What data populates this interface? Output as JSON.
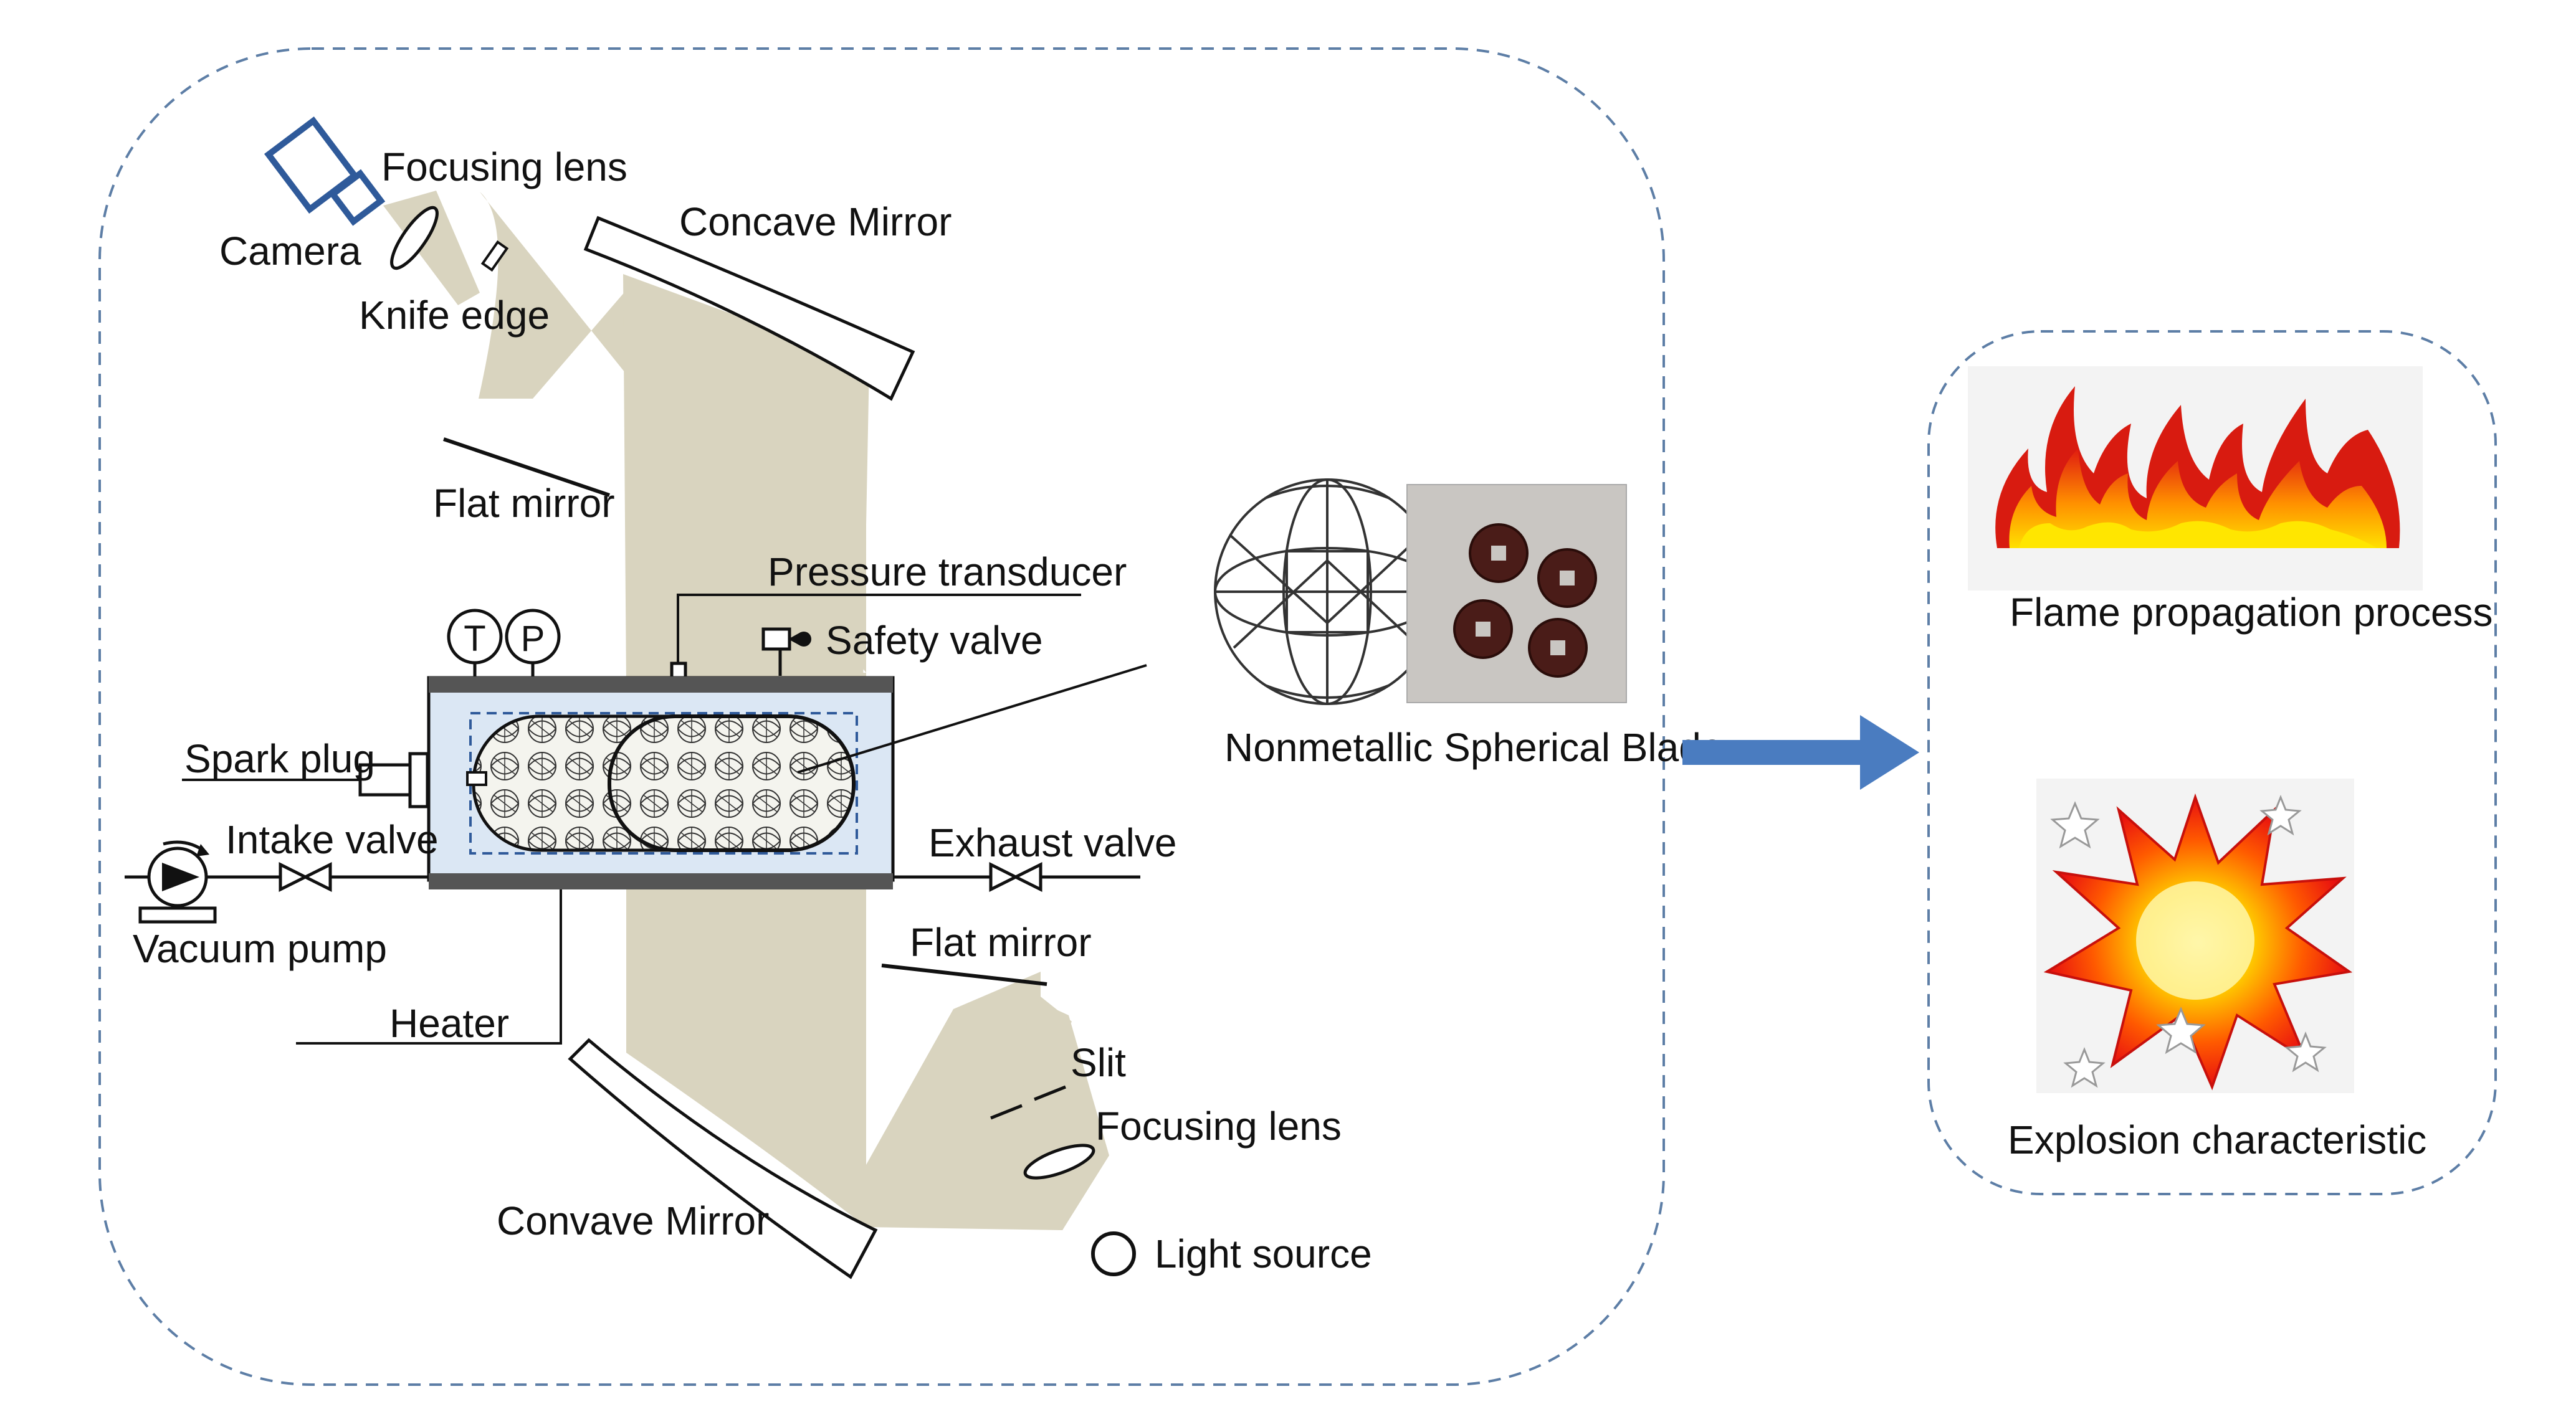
{
  "labels": {
    "camera": "Camera",
    "focusing_lens_top": "Focusing  lens",
    "knife_edge": "Knife edge",
    "concave_mirror": "Concave Mirror",
    "flat_mirror_top": "Flat mirror",
    "pressure_transducer": "Pressure transducer",
    "safety_valve": "Safety valve",
    "gauge_t": "T",
    "gauge_p": "P",
    "spark_plug": "Spark plug",
    "intake_valve": "Intake valve",
    "vacuum_pump": "Vacuum pump",
    "exhaust_valve": "Exhaust valve",
    "flat_mirror_bottom": "Flat mirror",
    "heater": "Heater",
    "slit": "Slit",
    "focusing_lens_bottom": "Focusing lens",
    "convave_mirror": "Convave Mirror",
    "light_source": "Light source",
    "nonmetallic_blade": "Nonmetallic Spherical Blade",
    "flame_propagation": "Flame propagation process",
    "explosion_characteristic": "Explosion characteristic"
  },
  "colors": {
    "beam": "#d9d4bf",
    "dash_border": "#5d7ea6",
    "arrow": "#4a7cc0",
    "camera": "#2f5a9a",
    "chamber_fill": "#dbe7f4",
    "chamber_plate": "#555555"
  },
  "icons": {
    "camera": "camera-icon",
    "flame": "flame-icon",
    "explosion": "explosion-icon",
    "blade": "spherical-blade-icon"
  }
}
